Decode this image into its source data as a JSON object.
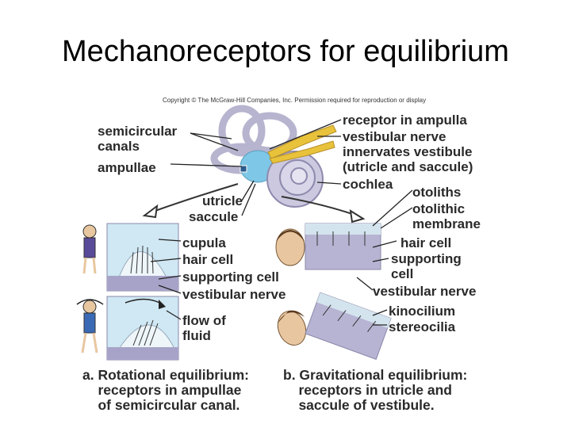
{
  "title": "Mechanoreceptors for equilibrium",
  "copyright": "Copyright © The McGraw-Hill Companies, Inc. Permission required for reproduction or display",
  "labels": {
    "semicircular_canals": "semicircular\ncanals",
    "ampullae": "ampullae",
    "receptor_in_ampulla": "receptor in ampulla",
    "vestibular_nerve_top": "vestibular nerve",
    "innervates": "innervates vestibule\n(utricle and saccule)",
    "cochlea": "cochlea",
    "utricle": "utricle",
    "saccule": "saccule",
    "otoliths": "otoliths",
    "otolithic_membrane": "otolithic\nmembrane",
    "hair_cell_right": "hair cell",
    "supporting_cell_right": "supporting\ncell",
    "vestibular_nerve_right": "vestibular nerve",
    "kinocilium": "kinocilium",
    "stereocilia": "stereocilia",
    "cupula": "cupula",
    "hair_cell_left": "hair cell",
    "supporting_cell_left": "supporting cell",
    "vestibular_nerve_left": "vestibular nerve",
    "flow_of_fluid": "flow of\nfluid"
  },
  "captions": {
    "a": "a. Rotational equilibrium:\n    receptors in ampullae\n    of semicircular canal.",
    "b": "b. Gravitational equilibrium:\n    receptors in utricle and\n    saccule of vestibule."
  },
  "colors": {
    "ear": "#c9c6dd",
    "fluid": "#7fc7e6",
    "nerve": "#e8c23a",
    "tissue": "#a7a3c8",
    "hair": "#333333",
    "leader": "#222222"
  }
}
